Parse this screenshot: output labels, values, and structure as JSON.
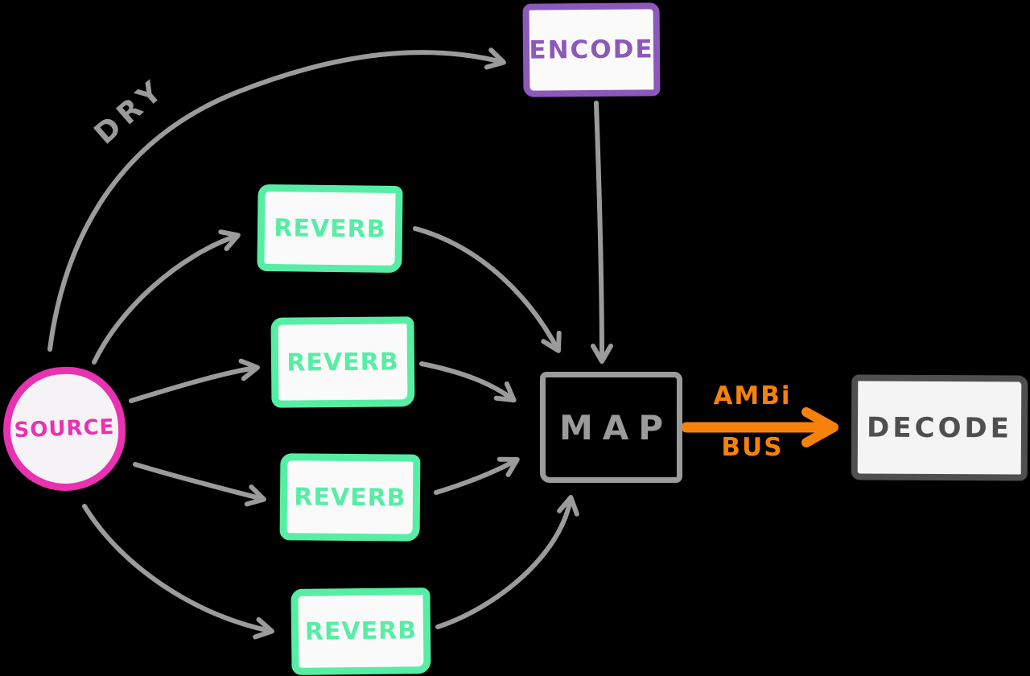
{
  "canvas": {
    "background_color": "#000000",
    "style": "hand-drawn whiteboard diagram"
  },
  "nodes": {
    "source": {
      "label": "SOURCE",
      "shape": "circle",
      "color": "#e832b2",
      "fill": "#f5f3f5"
    },
    "encode": {
      "label": "ENCODE",
      "shape": "rectangle",
      "color": "#8c58ba",
      "fill": "#fbfafb"
    },
    "reverbs": [
      {
        "label": "REVERB"
      },
      {
        "label": "REVERB"
      },
      {
        "label": "REVERB"
      },
      {
        "label": "REVERB"
      }
    ],
    "reverb_color": "#56eea4",
    "map": {
      "label": "MAP",
      "shape": "rectangle",
      "color": "#9b9b9b",
      "fill": "transparent"
    },
    "decode": {
      "label": "DECODE",
      "shape": "rectangle",
      "color": "#4f4f4f",
      "fill": "#f5f4f5"
    }
  },
  "edges": {
    "arrow_color": "#9b9b9b",
    "dry": {
      "label": "DRY",
      "from": "SOURCE",
      "to": "ENCODE"
    },
    "ambi_bus": {
      "line1": "AMBi",
      "line2": "BUS",
      "color": "#f6820c",
      "from": "MAP",
      "to": "DECODE"
    },
    "connections": [
      "SOURCE to ENCODE (labeled DRY)",
      "SOURCE to each of 4 REVERB boxes",
      "each REVERB to MAP",
      "ENCODE to MAP",
      "MAP to DECODE (thick orange, labeled AMBi BUS)"
    ]
  }
}
